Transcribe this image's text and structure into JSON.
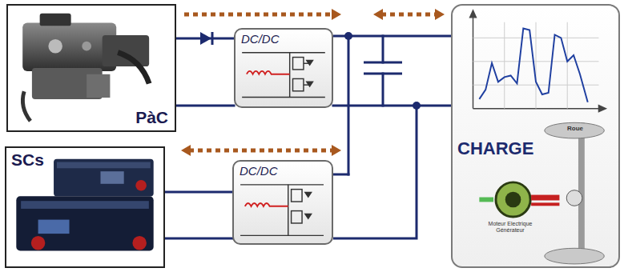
{
  "diagram": {
    "nodes": [
      {
        "text": [
          "PàC"
        ]
      },
      {
        "text": [
          "SCs"
        ]
      },
      {
        "text": [
          "DC/DC"
        ]
      },
      {
        "text": [
          "DC/DC"
        ]
      },
      {
        "text": [
          "CHARGE"
        ]
      }
    ],
    "edges": [
      {
        "from": 0,
        "to": 2,
        "arrow": "to"
      },
      {
        "from": 1,
        "to": 3,
        "arrow": "both"
      },
      {
        "from": 2,
        "to": 4,
        "arrow": "both"
      },
      {
        "from": 3,
        "to": 4,
        "arrow": "none"
      }
    ],
    "labels": [
      "Roue",
      "Moteur Electrique Générateur"
    ]
  }
}
